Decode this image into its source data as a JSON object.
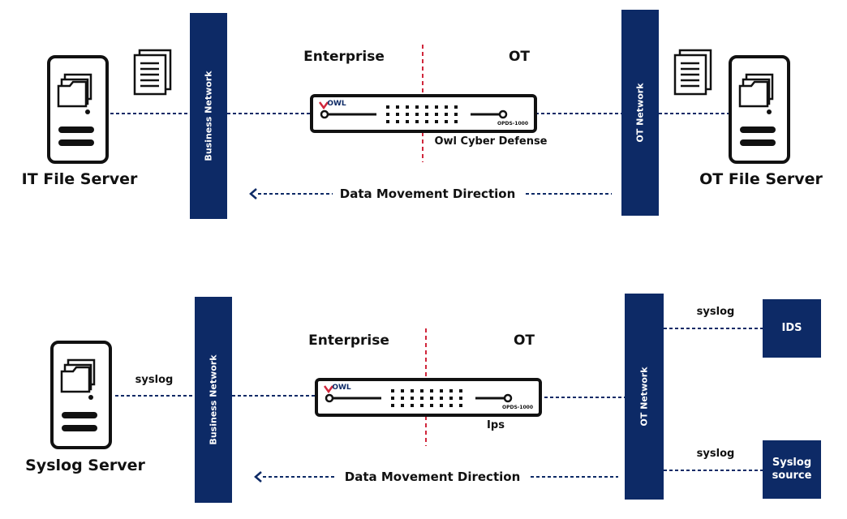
{
  "colors": {
    "navy": "#0d2a66",
    "divider": "#d0263b",
    "line": "#0d2a66"
  },
  "top": {
    "left_server_label": "IT File Server",
    "right_server_label": "OT File Server",
    "left_zone": "Enterprise",
    "right_zone": "OT",
    "business_network": "Business Network",
    "ot_network": "OT Network",
    "device_caption": "Owl Cyber Defense",
    "device_model": "OPDS-1000",
    "device_brand": "OWL",
    "direction": "Data Movement Direction"
  },
  "bottom": {
    "left_server_label": "Syslog Server",
    "left_zone": "Enterprise",
    "right_zone": "OT",
    "business_network": "Business Network",
    "ot_network": "OT Network",
    "device_caption": "Ips",
    "device_model": "OPDS-1000",
    "device_brand": "OWL",
    "direction": "Data Movement Direction",
    "syslog_left": "syslog",
    "syslog_ids": "syslog",
    "syslog_source": "syslog",
    "ids_box": "IDS",
    "source_box_line1": "Syslog",
    "source_box_line2": "source"
  },
  "icons": [
    "server-icon",
    "document-icon",
    "data-diode-device-icon",
    "arrow-left-icon"
  ]
}
